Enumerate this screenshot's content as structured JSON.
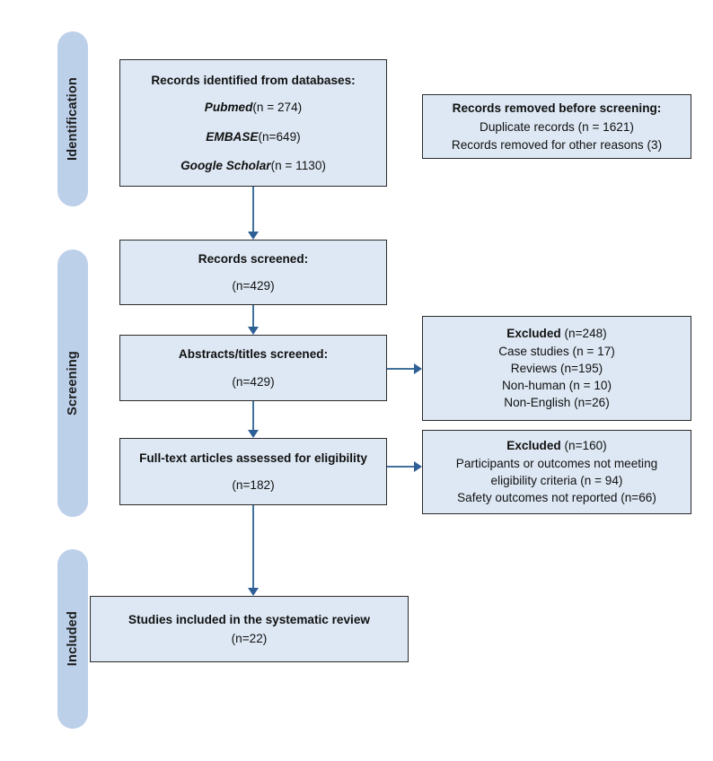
{
  "diagram": {
    "title": "PRISMA flow diagram",
    "type": "flowchart",
    "accent_color": "#41719c",
    "box_fill": "#dde8f4",
    "box_border": "#2b2b2b",
    "stage_bar_fill": "#bdd0ea",
    "background": "#ffffff"
  },
  "stages": [
    {
      "id": "identification",
      "label": "Identification"
    },
    {
      "id": "screening",
      "label": "Screening"
    },
    {
      "id": "included",
      "label": "Included"
    }
  ],
  "boxes": {
    "identified": {
      "title": "Records identified from databases:",
      "sources": [
        {
          "name": "Pubmed",
          "count": "(n = 274)"
        },
        {
          "name": "EMBASE",
          "count": "(n=649)"
        },
        {
          "name": "Google Scholar",
          "count": "(n = 1130)"
        }
      ]
    },
    "removed_before_screening": {
      "title": "Records removed before screening:",
      "lines": [
        "Duplicate records  (n = 1621)",
        "Records removed for other reasons (3)"
      ]
    },
    "records_screened": {
      "title": "Records screened:",
      "count": "(n=429)"
    },
    "abstracts_screened": {
      "title": "Abstracts/titles screened:",
      "count": "(n=429)"
    },
    "excluded_screening": {
      "title_bold": "Excluded",
      "title_count": " (n=248)",
      "lines": [
        "Case studies (n = 17)",
        "Reviews (n=195)",
        "Non-human (n = 10)",
        "Non-English  (n=26)"
      ]
    },
    "fulltext_assessed": {
      "title": "Full-text articles assessed for eligibility",
      "count": "(n=182)"
    },
    "excluded_fulltext": {
      "title_bold": "Excluded",
      "title_count": " (n=160)",
      "lines": [
        "Participants or outcomes not meeting eligibility criteria (n = 94)",
        "Safety outcomes not reported (n=66)"
      ]
    },
    "included_studies": {
      "title": "Studies included in the systematic review",
      "count": "(n=22)"
    }
  }
}
